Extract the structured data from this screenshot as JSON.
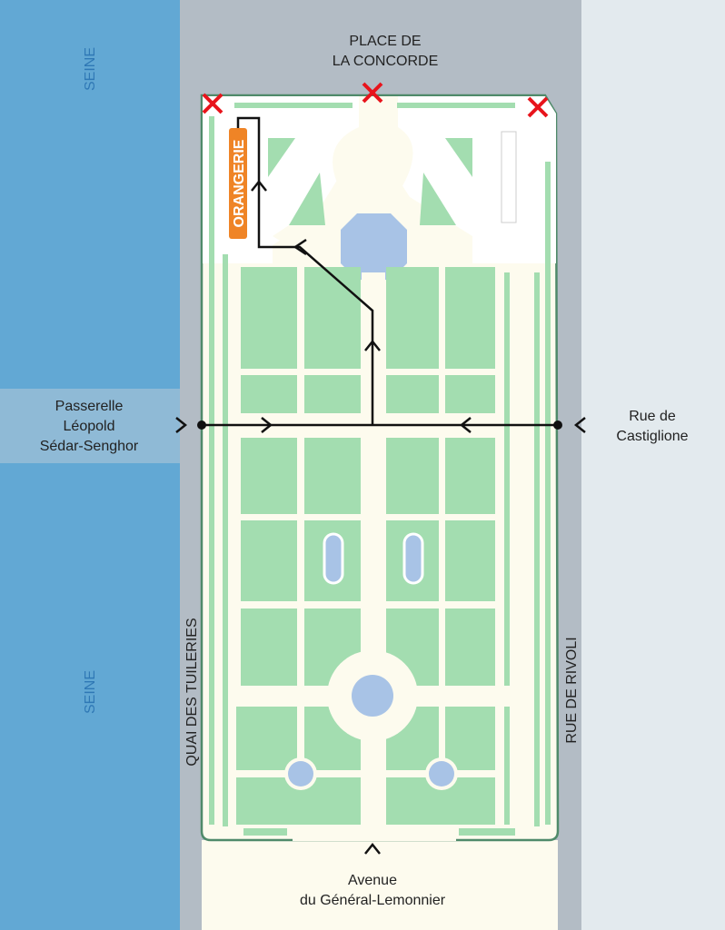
{
  "map": {
    "river_label": "SEINE",
    "top_label": [
      "PLACE DE",
      "LA CONCORDE"
    ],
    "left_entry_label": [
      "Passerelle",
      "Léopold",
      "Sédar-Senghor"
    ],
    "right_entry_label": [
      "Rue de",
      "Castiglione"
    ],
    "left_street": "QUAI DES TUILERIES",
    "right_street": "RUE DE RIVOLI",
    "bottom_label": [
      "Avenue",
      "du Général-Lemonnier"
    ],
    "destination": "ORANGERIE",
    "closed_marker_count": 3
  },
  "colors": {
    "river": "#62a8d4",
    "road": "#b3bcc5",
    "lawn": "#a3ddb0",
    "path": "#fdfbee",
    "water": "#a8c3e6",
    "closed": "#e8141c",
    "destination": "#ef8426"
  }
}
